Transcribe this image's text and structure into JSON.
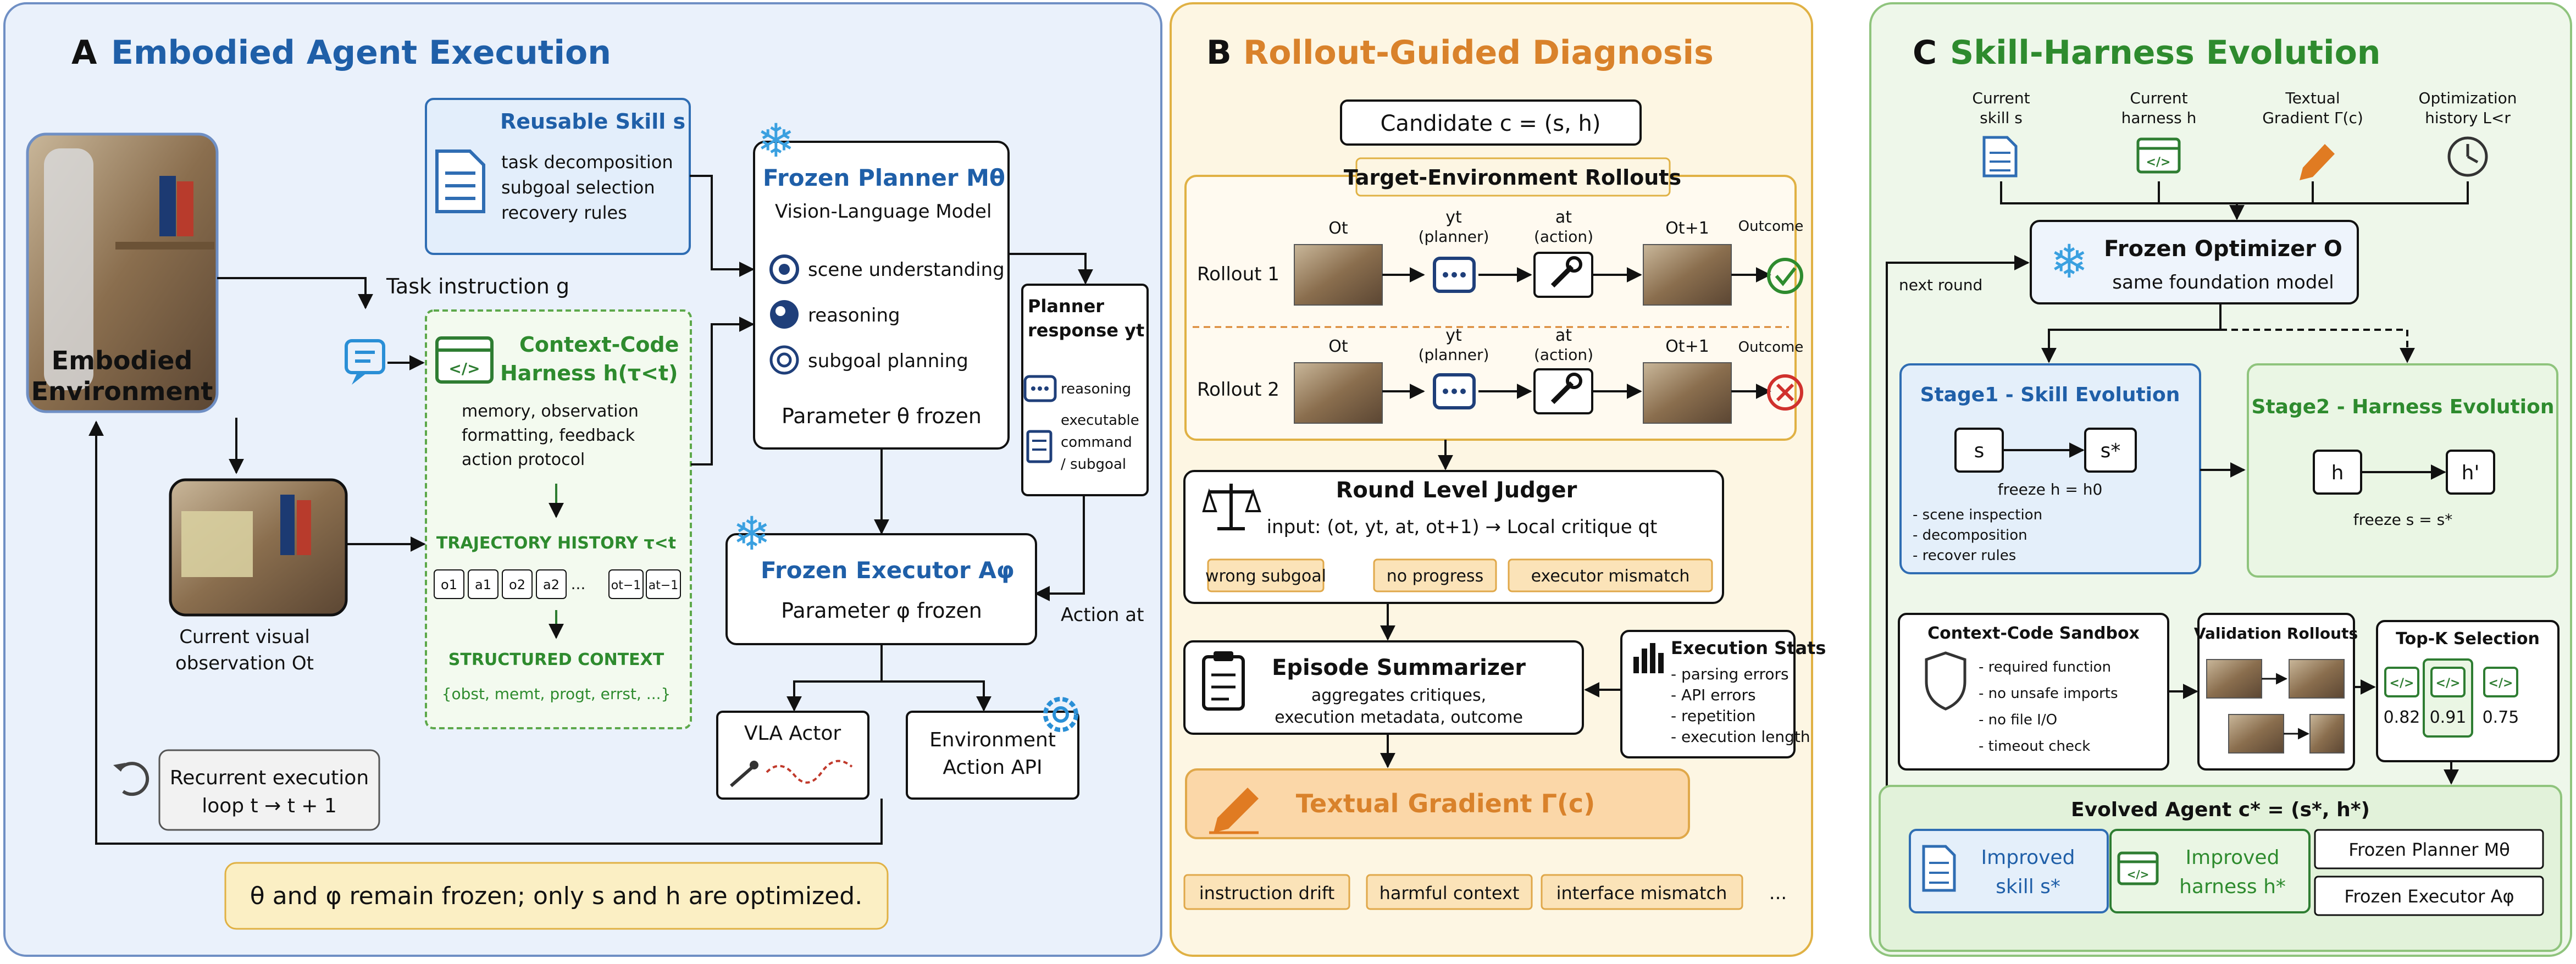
{
  "panelA": {
    "letter": "A",
    "title": "Embodied Agent Execution",
    "env_label_1": "Embodied",
    "env_label_2": "Environment",
    "task_instruction": "Task instruction g",
    "skill": {
      "title": "Reusable Skill s",
      "items": [
        "task decomposition",
        "subgoal selection",
        "recovery rules"
      ]
    },
    "harness": {
      "title_1": "Context-Code",
      "title_2": "Harness h(τ<t)",
      "desc": [
        "memory, observation",
        "formatting, feedback",
        "action protocol"
      ],
      "trajectory_title": "TRAJECTORY HISTORY τ<t",
      "tokens": [
        "o1",
        "a1",
        "o2",
        "a2",
        "...",
        "ot−1",
        "at−1"
      ],
      "structured_title": "STRUCTURED CONTEXT",
      "structured_items": "{obst, memt, progt, errst, ...}"
    },
    "planner": {
      "title": "Frozen Planner Mθ",
      "subtitle": "Vision-Language Model",
      "items": [
        "scene understanding",
        "reasoning",
        "subgoal planning"
      ],
      "param": "Parameter θ frozen"
    },
    "planner_response": {
      "title_1": "Planner",
      "title_2": "response yt",
      "items": [
        "reasoning",
        "executable",
        "command",
        "/ subgoal"
      ]
    },
    "executor": {
      "title": "Frozen Executor Aφ",
      "param": "Parameter φ frozen"
    },
    "action_label": "Action at",
    "vla_actor": "VLA Actor",
    "env_api_1": "Environment",
    "env_api_2": "Action API",
    "current_obs_1": "Current visual",
    "current_obs_2": "observation Ot",
    "recurrent_1": "Recurrent execution",
    "recurrent_2": "loop t → t + 1",
    "footer": "θ and φ remain frozen; only s and h are optimized."
  },
  "panelB": {
    "letter": "B",
    "title": "Rollout-Guided Diagnosis",
    "candidate": "Candidate c = (s, h)",
    "rollouts_title": "Target-Environment Rollouts",
    "rollout_labels": [
      "Rollout 1",
      "Rollout 2"
    ],
    "col_headers": {
      "ot": "Ot",
      "yt": "yt",
      "yt_sub": "(planner)",
      "at": "at",
      "at_sub": "(action)",
      "ot1": "Ot+1",
      "outcome": "Outcome"
    },
    "judger": {
      "title": "Round Level Judger",
      "input": "input: (ot, yt, at, ot+1) → Local critique qt",
      "tags": [
        "wrong subgoal",
        "no progress",
        "executor mismatch"
      ]
    },
    "summarizer": {
      "title": "Episode Summarizer",
      "desc": [
        "aggregates critiques,",
        "execution metadata, outcome"
      ]
    },
    "stats": {
      "title": "Execution Stats",
      "items": [
        "- parsing errors",
        "- API errors",
        "- repetition",
        "- execution length"
      ]
    },
    "gradient": "Textual Gradient Γ(c)",
    "bottom_tags": [
      "instruction drift",
      "harmful context",
      "interface mismatch",
      "..."
    ]
  },
  "panelC": {
    "letter": "C",
    "title": "Skill-Harness Evolution",
    "inputs": [
      {
        "l1": "Current",
        "l2": "skill s"
      },
      {
        "l1": "Current",
        "l2": "harness h"
      },
      {
        "l1": "Textual",
        "l2": "Gradient Γ(c)"
      },
      {
        "l1": "Optimization",
        "l2": "history L<r"
      }
    ],
    "optimizer": {
      "title": "Frozen Optimizer O",
      "subtitle": "same foundation model"
    },
    "next_round": "next round",
    "stage1": {
      "title": "Stage1 - Skill Evolution",
      "from": "s",
      "to": "s*",
      "freeze": "freeze h = h0",
      "items": [
        "- scene inspection",
        "- decomposition",
        "- recover rules"
      ]
    },
    "stage2": {
      "title": "Stage2 - Harness Evolution",
      "from": "h",
      "to": "h'",
      "freeze": "freeze s = s*"
    },
    "sandbox": {
      "title": "Context-Code Sandbox",
      "items": [
        "- required function",
        "- no unsafe imports",
        "- no file I/O",
        "- timeout check"
      ]
    },
    "validation_title": "Validation Rollouts",
    "topk": {
      "title": "Top-K Selection",
      "scores": [
        "0.82",
        "0.91",
        "0.75"
      ]
    },
    "evolved": {
      "title": "Evolved Agent c* = (s*, h*)",
      "skill_1": "Improved",
      "skill_2": "skill s*",
      "harness_1": "Improved",
      "harness_2": "harness h*",
      "planner": "Frozen Planner Mθ",
      "executor": "Frozen Executor Aφ"
    }
  },
  "colors": {
    "panelA_bg": "#eaf1fb",
    "panelA_border": "#6f8fc4",
    "panelB_bg": "#fdf6e3",
    "panelB_border": "#e0b144",
    "panelC_bg": "#eef7ea",
    "panelC_border": "#8fc47d",
    "blue_title": "#1f5fa8",
    "orange_title": "#d9822b",
    "green_title": "#2e8b2e"
  }
}
